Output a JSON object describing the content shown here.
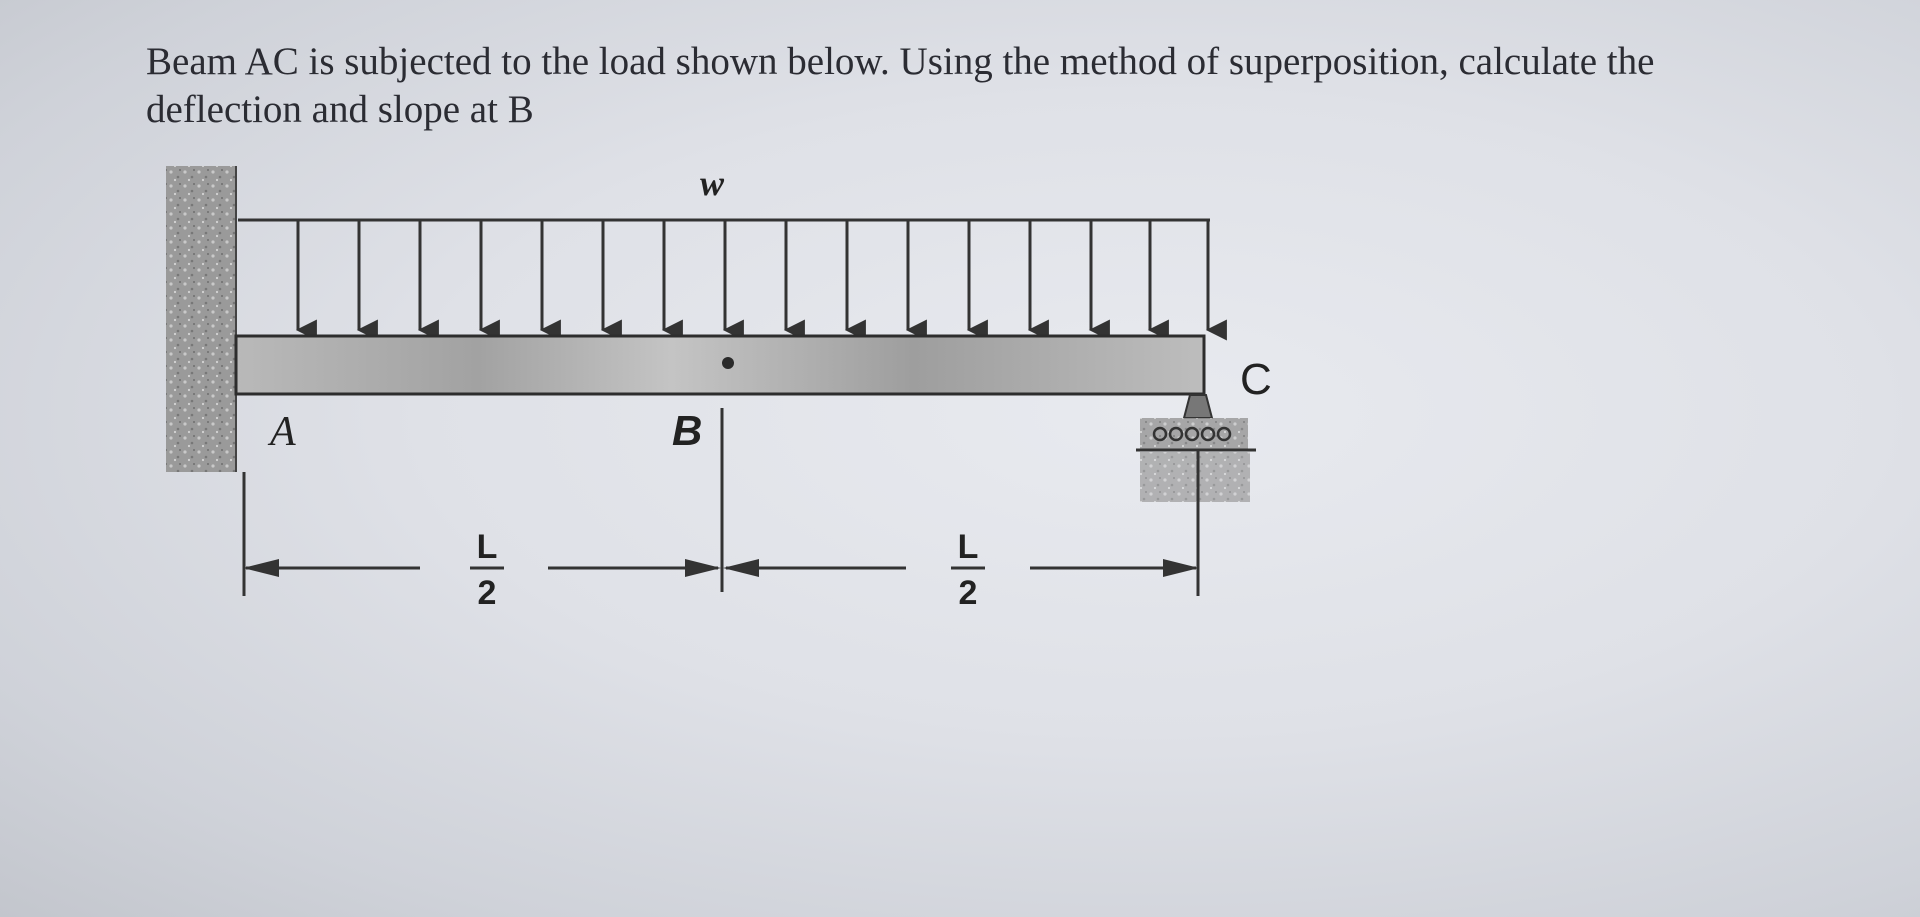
{
  "question": {
    "line1": "Beam AC is subjected to the load shown below. Using the method of superposition, calculate the",
    "line2": "deflection and slope at B"
  },
  "diagram": {
    "load_label": "w",
    "point_a": "A",
    "point_b": "B",
    "point_c": "C",
    "span_left": {
      "numerator": "L",
      "denominator": "2"
    },
    "span_right": {
      "numerator": "L",
      "denominator": "2"
    },
    "support_a": "fixed-wall",
    "support_c": "roller",
    "load_type": "uniformly-distributed",
    "arrow_count": 16
  }
}
